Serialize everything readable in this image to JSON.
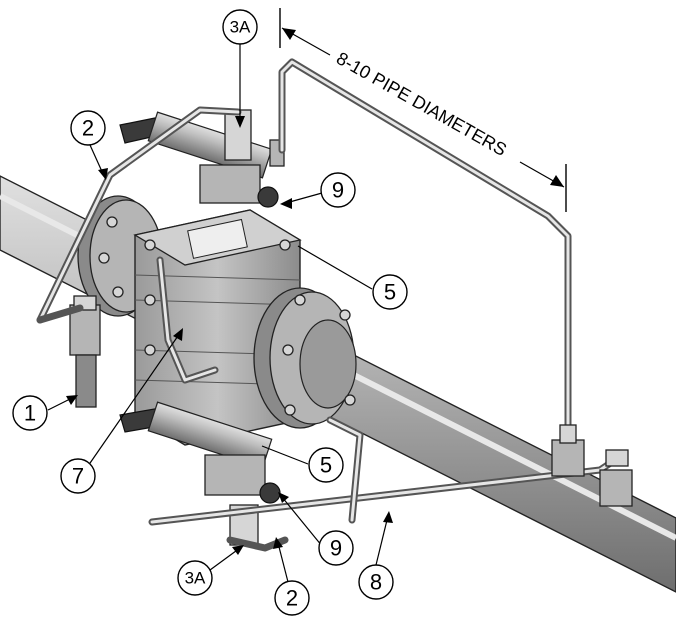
{
  "dimension_label": "8-10 PIPE DIAMETERS",
  "callouts": [
    {
      "id": "c-3a-top",
      "text": "3A"
    },
    {
      "id": "c-2-top",
      "text": "2"
    },
    {
      "id": "c-9-top",
      "text": "9"
    },
    {
      "id": "c-5-top",
      "text": "5"
    },
    {
      "id": "c-1",
      "text": "1"
    },
    {
      "id": "c-7",
      "text": "7"
    },
    {
      "id": "c-5-bot",
      "text": "5"
    },
    {
      "id": "c-9-bot",
      "text": "9"
    },
    {
      "id": "c-3a-bot",
      "text": "3A"
    },
    {
      "id": "c-2-bot",
      "text": "2"
    },
    {
      "id": "c-8",
      "text": "8"
    }
  ]
}
